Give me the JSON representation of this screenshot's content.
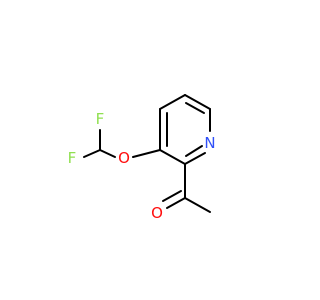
{
  "molecule": {
    "atom_labels": {
      "fluorine_top": "F",
      "fluorine_left": "F",
      "oxygen_ether": "O",
      "nitrogen_ring": "N",
      "oxygen_carbonyl": "O"
    },
    "colors": {
      "bond": "#000000",
      "fluorine": "#90E050",
      "oxygen": "#FF0D0D",
      "nitrogen": "#3050F8"
    }
  }
}
